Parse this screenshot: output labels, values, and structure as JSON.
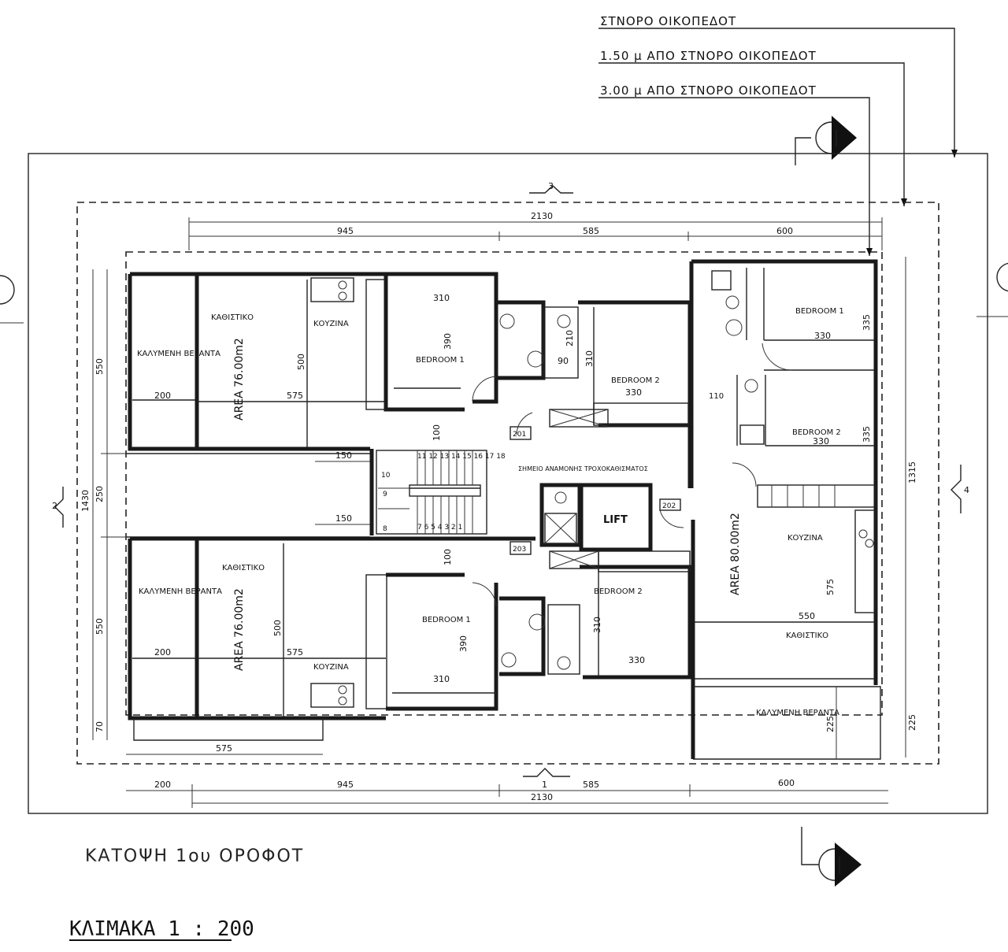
{
  "header_notes": {
    "boundary": "ΣΤΝΟΡΟ ΟΙΚΟΠΕΔΟΤ",
    "offset_150": "1.50 μ ΑΠΟ ΣΤΝΟΡΟ ΟΙΚΟΠΕΔΟΤ",
    "offset_300": "3.00 μ ΑΠΟ ΣΤΝΟΡΟ ΟΙΚΟΠΕΔΟΤ"
  },
  "section_marks": {
    "top": "3",
    "bottom": "1",
    "left": "2",
    "right": "4"
  },
  "dimensions": {
    "total": "2130",
    "seg_945": "945",
    "seg_585": "585",
    "seg_600": "600",
    "bottom_200": "200",
    "bottom_575": "575",
    "left_550_top": "550",
    "left_250": "250",
    "left_550_bottom": "550",
    "left_1430": "1430",
    "left_70": "70",
    "right_1315": "1315",
    "right_225": "225",
    "corr_150_top": "150",
    "corr_150_bot": "150",
    "d110": "110"
  },
  "apt_top_left": {
    "veranda": "ΚΑΛΥΜΕΝΗ ΒΕΡΑΝΤΑ",
    "living": "ΚΑΘΙΣΤΙΚΟ",
    "kitchen": "ΚΟΥΖΙΝΑ",
    "area": "AREA 76.00m2",
    "bedroom1": "BEDROOM 1",
    "bedroom2": "BEDROOM 2",
    "dim_200": "200",
    "dim_575": "575",
    "dim_500": "500",
    "dim_310": "310",
    "dim_390": "390",
    "dim_330": "330",
    "dim_210": "210",
    "dim_90": "90",
    "dim_310b": "310",
    "dim_100": "100",
    "door_201": "201"
  },
  "apt_bottom_left": {
    "veranda": "ΚΑΛΥΜΕΝΗ ΒΕΡΑΝΤΑ",
    "living": "ΚΑΘΙΣΤΙΚΟ",
    "kitchen": "ΚΟΥΖΙΝΑ",
    "area": "AREA 76.00m2",
    "bedroom1": "BEDROOM 1",
    "bedroom2": "BEDROOM 2",
    "dim_200": "200",
    "dim_575": "575",
    "dim_500": "500",
    "dim_310": "310",
    "dim_390": "390",
    "dim_330": "330",
    "dim_310b": "310",
    "dim_100": "100",
    "door_203": "203"
  },
  "apt_right": {
    "bedroom1": "BEDROOM 1",
    "bedroom2": "BEDROOM 2",
    "kitchen": "ΚΟΥΖΙΝΑ",
    "living": "ΚΑΘΙΣΤΙΚΟ",
    "veranda": "ΚΑΛΥΜΕΝΗ ΒΕΡΑΝΤΑ",
    "area": "AREA 80.00m2",
    "dim_330a": "330",
    "dim_335a": "335",
    "dim_330b": "330",
    "dim_335b": "335",
    "dim_550": "550",
    "dim_575": "575",
    "dim_225": "225",
    "door_202": "202"
  },
  "core": {
    "lift": "LIFT",
    "waiting": "ΣΗΜΕΙΟ ΑΝΑΜΟΝΗΣ ΤΡΟΧΟΚΑΘΙΣΜΑΤΟΣ",
    "steps_top": "11 12 13 14 15 16 17 18",
    "steps_bottom": "7 6 5 4 3 2 1",
    "step_10": "10",
    "step_9": "9",
    "step_8": "8"
  },
  "title": "ΚΑΤΟΨΗ 1ου ΟΡΟΦΟΤ",
  "scale": "ΚΛΙΜΑΚΑ 1 : 200"
}
